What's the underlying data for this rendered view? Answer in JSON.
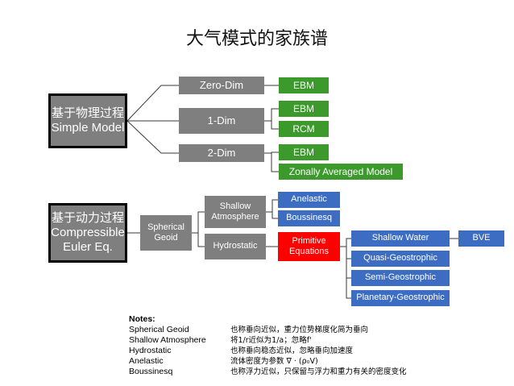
{
  "title": "大气模式的家族谱",
  "roots": {
    "simple": "基于物理过程\nSimple Model",
    "dynamic": "基于动力过程\nCompressible\nEuler Eq."
  },
  "simple_branch": {
    "zero_dim": "Zero-Dim",
    "one_dim": "1-Dim",
    "two_dim": "2-Dim",
    "ebm_0": "EBM",
    "ebm_1": "EBM",
    "rcm": "RCM",
    "ebm_2": "EBM",
    "zonal": "Zonally Averaged Model"
  },
  "dynamic_branch": {
    "spherical": "Spherical\nGeoid",
    "shallow_atm": "Shallow\nAtmosphere",
    "hydrostatic": "Hydrostatic",
    "anelastic": "Anelastic",
    "boussinesq": "Boussinesq",
    "primitive": "Primitive\nEquations",
    "shallow_water": "Shallow Water",
    "bve": "BVE",
    "quasi": "Quasi-Geostrophic",
    "semi": "Semi-Geostrophic",
    "planetary": "Planetary-Geostrophic"
  },
  "notes": {
    "header": "Notes:",
    "items": [
      {
        "term": "Spherical Geoid",
        "desc": "也称垂向近似，重力位势梯度化简为垂向"
      },
      {
        "term": "Shallow Atmosphere",
        "desc": "将1/r近似为1/a；忽略f'"
      },
      {
        "term": "Hydrostatic",
        "desc": "也称垂向稳态近似，忽略垂向加速度"
      },
      {
        "term": "Anelastic",
        "desc": "流体密度为参数 ∇ · (ρ₀V)"
      },
      {
        "term": "Boussinesq",
        "desc": "也称浮力近似，只保留与浮力和重力有关的密度变化"
      }
    ]
  },
  "colors": {
    "gray": "#7f7f7f",
    "green": "#3c9a2c",
    "blue": "#3d6dc3",
    "red": "#ff0000"
  }
}
